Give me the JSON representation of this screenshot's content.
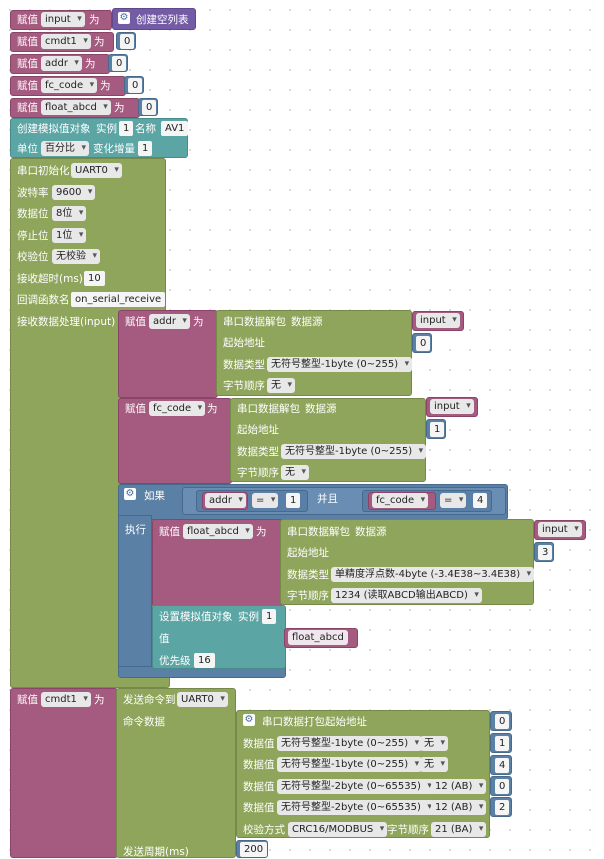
{
  "ui": {
    "assign": "赋值",
    "to": "为",
    "create_empty_list": "创建空列表",
    "vars": {
      "input": "input",
      "cmdt1": "cmdt1",
      "addr": "addr",
      "fc_code": "fc_code",
      "float_abcd": "float_abcd"
    },
    "zero": "0",
    "analog": {
      "create": "创建模拟值对象",
      "instance": "实例",
      "instance_val": "1",
      "name": "名称",
      "name_val": "AV1",
      "unit": "单位",
      "unit_val": "百分比",
      "change": "变化增量",
      "change_val": "1"
    },
    "serial_init": {
      "title": "串口初始化",
      "port": "UART0",
      "baud_label": "波特率",
      "baud": "9600",
      "data_bits_label": "数据位",
      "data_bits": "8位",
      "stop_bits_label": "停止位",
      "stop_bits": "1位",
      "parity_label": "校验位",
      "parity": "无校验",
      "timeout_label": "接收超时(ms)",
      "timeout": "10",
      "callback_label": "回调函数名",
      "callback": "on_serial_receive",
      "handler_label": "接收数据处理(input)"
    },
    "unpack": {
      "title": "串口数据解包",
      "source": "数据源",
      "start": "起始地址",
      "type_label": "数据类型",
      "byte_order": "字节顺序",
      "type_u8": "无符号整型-1byte (0~255)",
      "type_float": "单精度浮点数-4byte (-3.4E38~3.4E38)",
      "order_none": "无",
      "order_float": "1234 (读取ABCD输出ABCD)"
    },
    "addr_start": "0",
    "fc_start": "1",
    "float_start": "3",
    "if_label": "如果",
    "and": "并且",
    "eq": "=",
    "addr_cmp": "1",
    "fc_cmp": "4",
    "do_label": "执行",
    "set_analog": {
      "title": "设置模拟值对象",
      "instance": "实例",
      "instance_val": "1",
      "value": "值",
      "priority": "优先级",
      "priority_val": "16"
    },
    "send": {
      "title": "发送命令到",
      "port": "UART0",
      "data_label": "命令数据",
      "pack": "串口数据打包",
      "pack_start": "起始地址",
      "pack_start_val": "0",
      "value": "数据值",
      "u8": "无符号整型-1byte (0~255)",
      "u16": "无符号整型-2byte (0~65535)",
      "none": "无",
      "ab": "12 (AB)",
      "v1": "1",
      "v2": "4",
      "v3": "0",
      "v4": "2",
      "check_label": "校验方式",
      "check": "CRC16/MODBUS",
      "order_label": "字节顺序",
      "order": "21 (BA)",
      "period_label": "发送周期(ms)",
      "period": "200"
    }
  }
}
